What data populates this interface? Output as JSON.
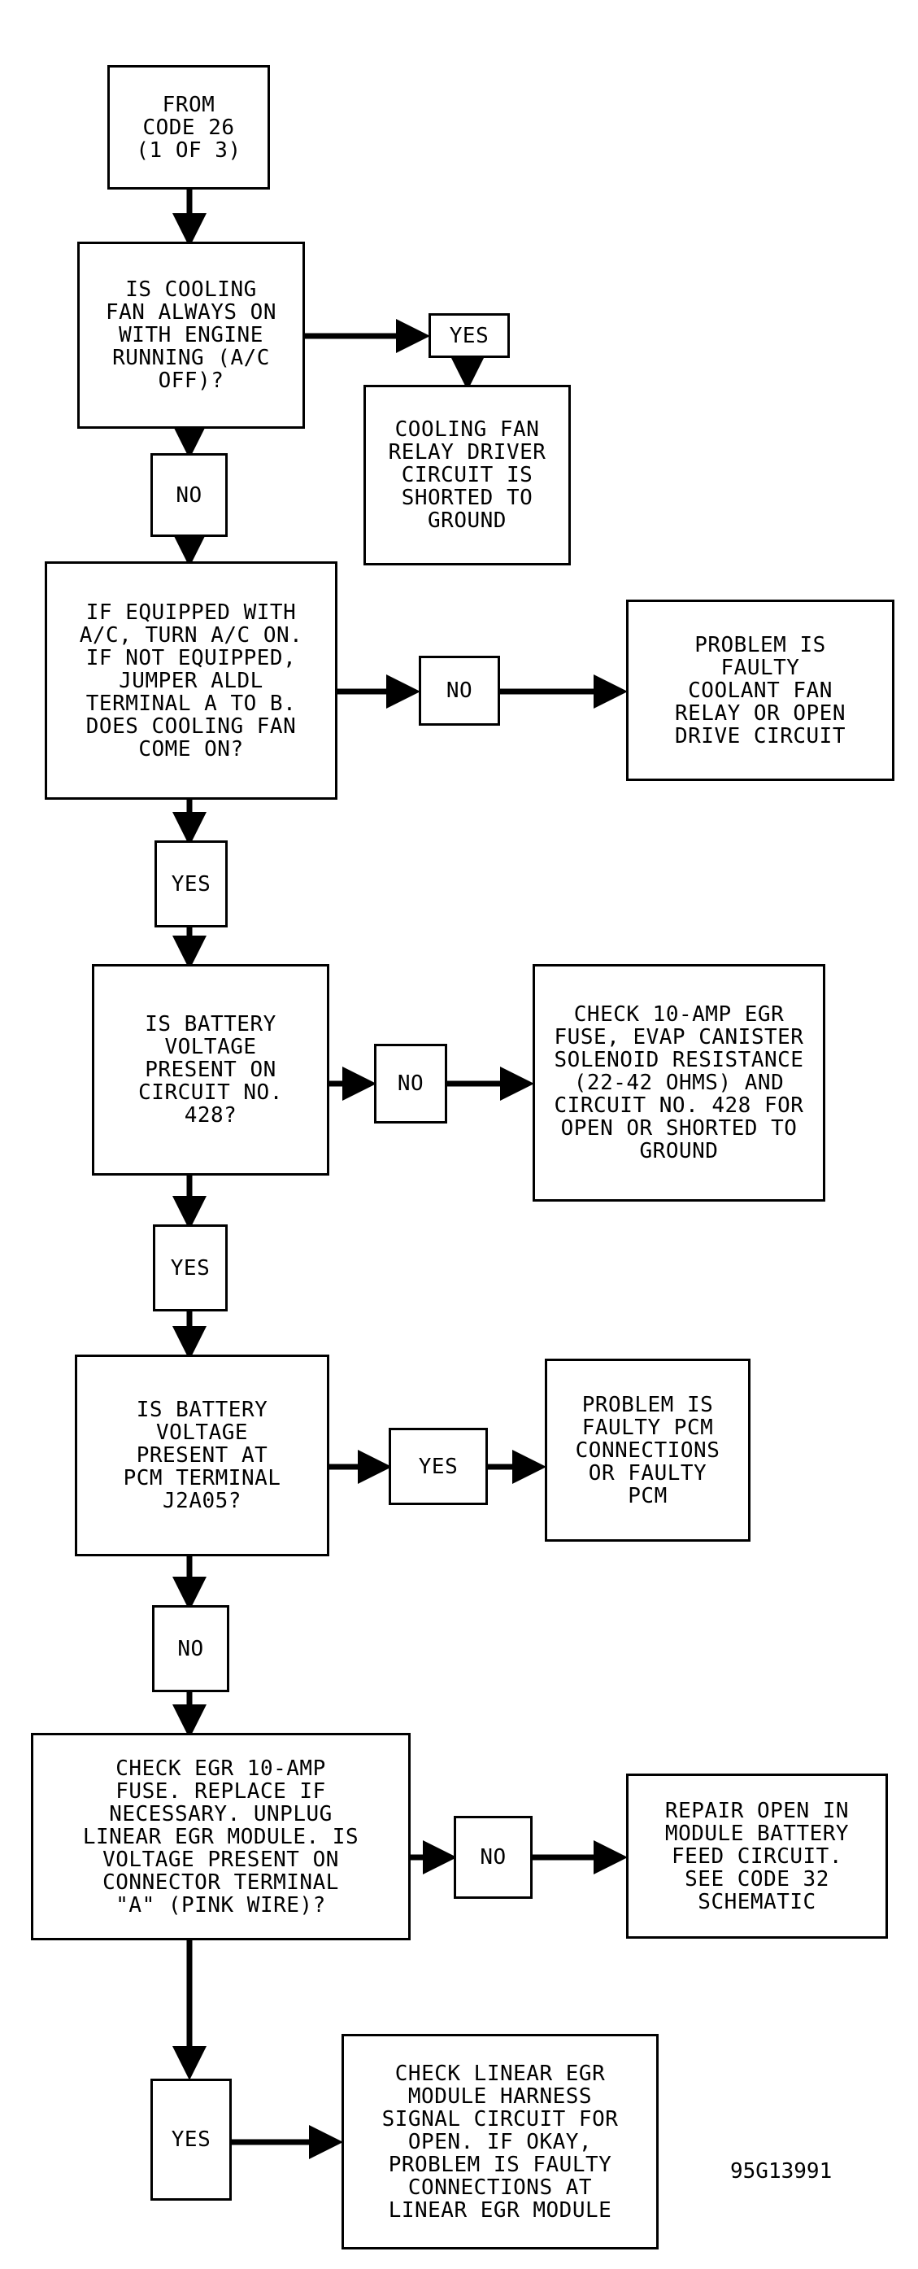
{
  "colors": {
    "line": "#000000",
    "background": "#ffffff"
  },
  "nodes": {
    "from_code": "FROM\nCODE 26\n(1 OF 3)",
    "q_fan_always_on": "IS COOLING\nFAN ALWAYS ON\nWITH ENGINE\nRUNNING (A/C\nOFF)?",
    "yes_1": "YES",
    "r_relay_shorted": "COOLING FAN\nRELAY DRIVER\nCIRCUIT IS\nSHORTED TO\nGROUND",
    "no_1": "NO",
    "q_ac_on": "IF EQUIPPED WITH\nA/C, TURN A/C ON.\nIF NOT EQUIPPED,\nJUMPER ALDL\nTERMINAL A TO B.\nDOES COOLING FAN\nCOME ON?",
    "no_2": "NO",
    "r_faulty_relay": "PROBLEM IS\nFAULTY\nCOOLANT FAN\nRELAY OR OPEN\nDRIVE CIRCUIT",
    "yes_2": "YES",
    "q_battery_428": "IS BATTERY\nVOLTAGE\nPRESENT ON\nCIRCUIT NO.\n428?",
    "no_3": "NO",
    "r_check_fuse": "CHECK 10-AMP EGR\nFUSE, EVAP CANISTER\nSOLENOID RESISTANCE\n(22-42 OHMS) AND\nCIRCUIT NO. 428 FOR\nOPEN OR SHORTED TO\nGROUND",
    "yes_3": "YES",
    "q_battery_pcm": "IS BATTERY\nVOLTAGE\nPRESENT AT\nPCM TERMINAL\nJ2A05?",
    "yes_4": "YES",
    "r_faulty_pcm": "PROBLEM IS\nFAULTY PCM\nCONNECTIONS\nOR FAULTY\nPCM",
    "no_4": "NO",
    "q_egr_fuse": "CHECK EGR 10-AMP\nFUSE. REPLACE IF\nNECESSARY. UNPLUG\nLINEAR EGR MODULE. IS\nVOLTAGE PRESENT ON\nCONNECTOR TERMINAL\n\"A\" (PINK WIRE)?",
    "no_5": "NO",
    "r_repair_open": "REPAIR OPEN IN\nMODULE BATTERY\nFEED CIRCUIT.\nSEE CODE 32\nSCHEMATIC",
    "yes_5": "YES",
    "r_check_harness": "CHECK LINEAR EGR\nMODULE HARNESS\nSIGNAL CIRCUIT FOR\nOPEN. IF OKAY,\nPROBLEM IS FAULTY\nCONNECTIONS AT\nLINEAR EGR MODULE"
  },
  "figure_id": "95G13991"
}
